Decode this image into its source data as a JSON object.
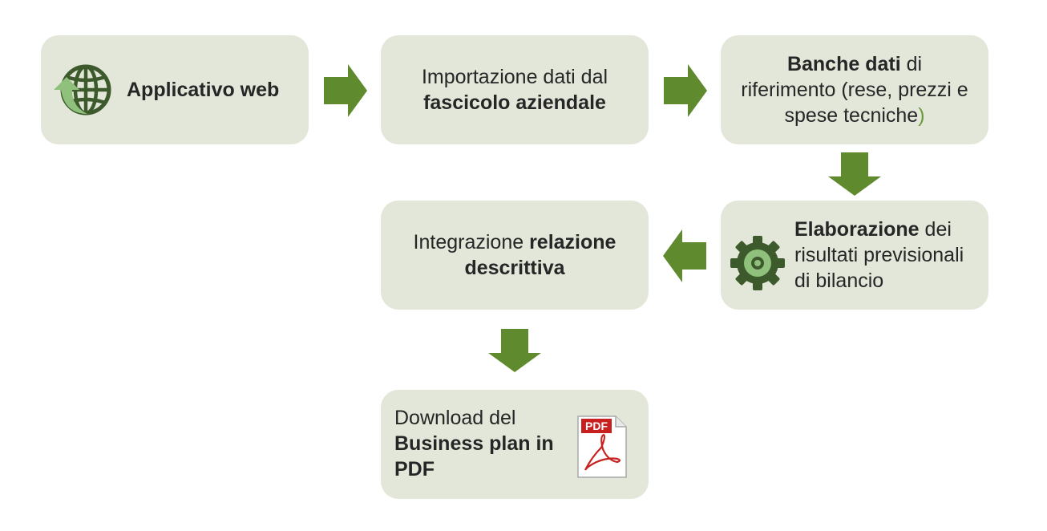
{
  "steps": {
    "web_app": {
      "label": "Applicativo web",
      "icon": "globe-refresh-icon"
    },
    "import": {
      "line1": "Importazione dati dal",
      "line2_bold": "fascicolo aziendale"
    },
    "databases": {
      "line1_bold": "Banche dati",
      "line1_rest": " di",
      "line2": "riferimento (rese, prezzi e",
      "line3": "spese tecniche",
      "line3_paren": ")"
    },
    "processing": {
      "line1_bold": "Elaborazione",
      "line1_rest": " dei",
      "line2": "risultati previsionali",
      "line3": "di bilancio",
      "icon": "gear-icon"
    },
    "integration": {
      "line1_text": "Integrazione ",
      "line1_bold": "relazione",
      "line2_bold": "descrittiva"
    },
    "download": {
      "line1": "Download del",
      "line2_bold": "Business plan in",
      "line3_bold": "PDF",
      "icon": "pdf-file-icon",
      "icon_text": "PDF"
    }
  },
  "colors": {
    "box": "#e2e7da",
    "arrow": "#5f8a2d",
    "icon_dark": "#3c5a2b",
    "icon_light": "#8fc07c",
    "pdf_red": "#c8201f"
  }
}
